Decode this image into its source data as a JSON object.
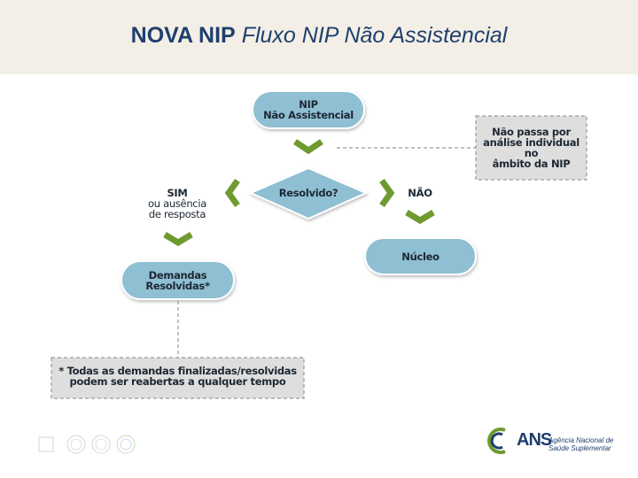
{
  "header": {
    "title_bold": "NOVA NIP",
    "title_italic": "Fluxo NIP Não Assistencial"
  },
  "diagram": {
    "start": {
      "line1": "NIP",
      "line2": "Não Assistencial"
    },
    "side_note": {
      "line1": "Não passa por",
      "line2": "análise individual no",
      "line3": "âmbito da NIP"
    },
    "decision": {
      "label": "Resolvido?"
    },
    "yes_label": {
      "line1": "SIM",
      "line2": "ou ausência",
      "line3": "de resposta"
    },
    "no_label": {
      "line1": "NÃO"
    },
    "nucleo": {
      "label": "Núcleo"
    },
    "resolved": {
      "line1": "Demandas",
      "line2": "Resolvidas*"
    },
    "footnote": {
      "line1": "* Todas as demandas finalizadas/resolvidas",
      "line2": "podem ser reabertas a qualquer tempo"
    }
  },
  "logo": {
    "name": "ANS",
    "subtitle_line1": "Agência Nacional de",
    "subtitle_line2": "Saúde Suplementar"
  },
  "colors": {
    "node_fill": "#8fbfd3",
    "node_stroke": "#ffffff",
    "arrow_green": "#6f9a2f",
    "header_bg": "#f3efe6",
    "title_color": "#1f3f6e",
    "note_fill": "#dedede",
    "note_stroke": "#9a9a9a"
  },
  "icons": [
    "chevron-down-icon",
    "chevron-left-icon",
    "chevron-right-icon",
    "ans-logo-icon",
    "certification-seal-icon"
  ]
}
